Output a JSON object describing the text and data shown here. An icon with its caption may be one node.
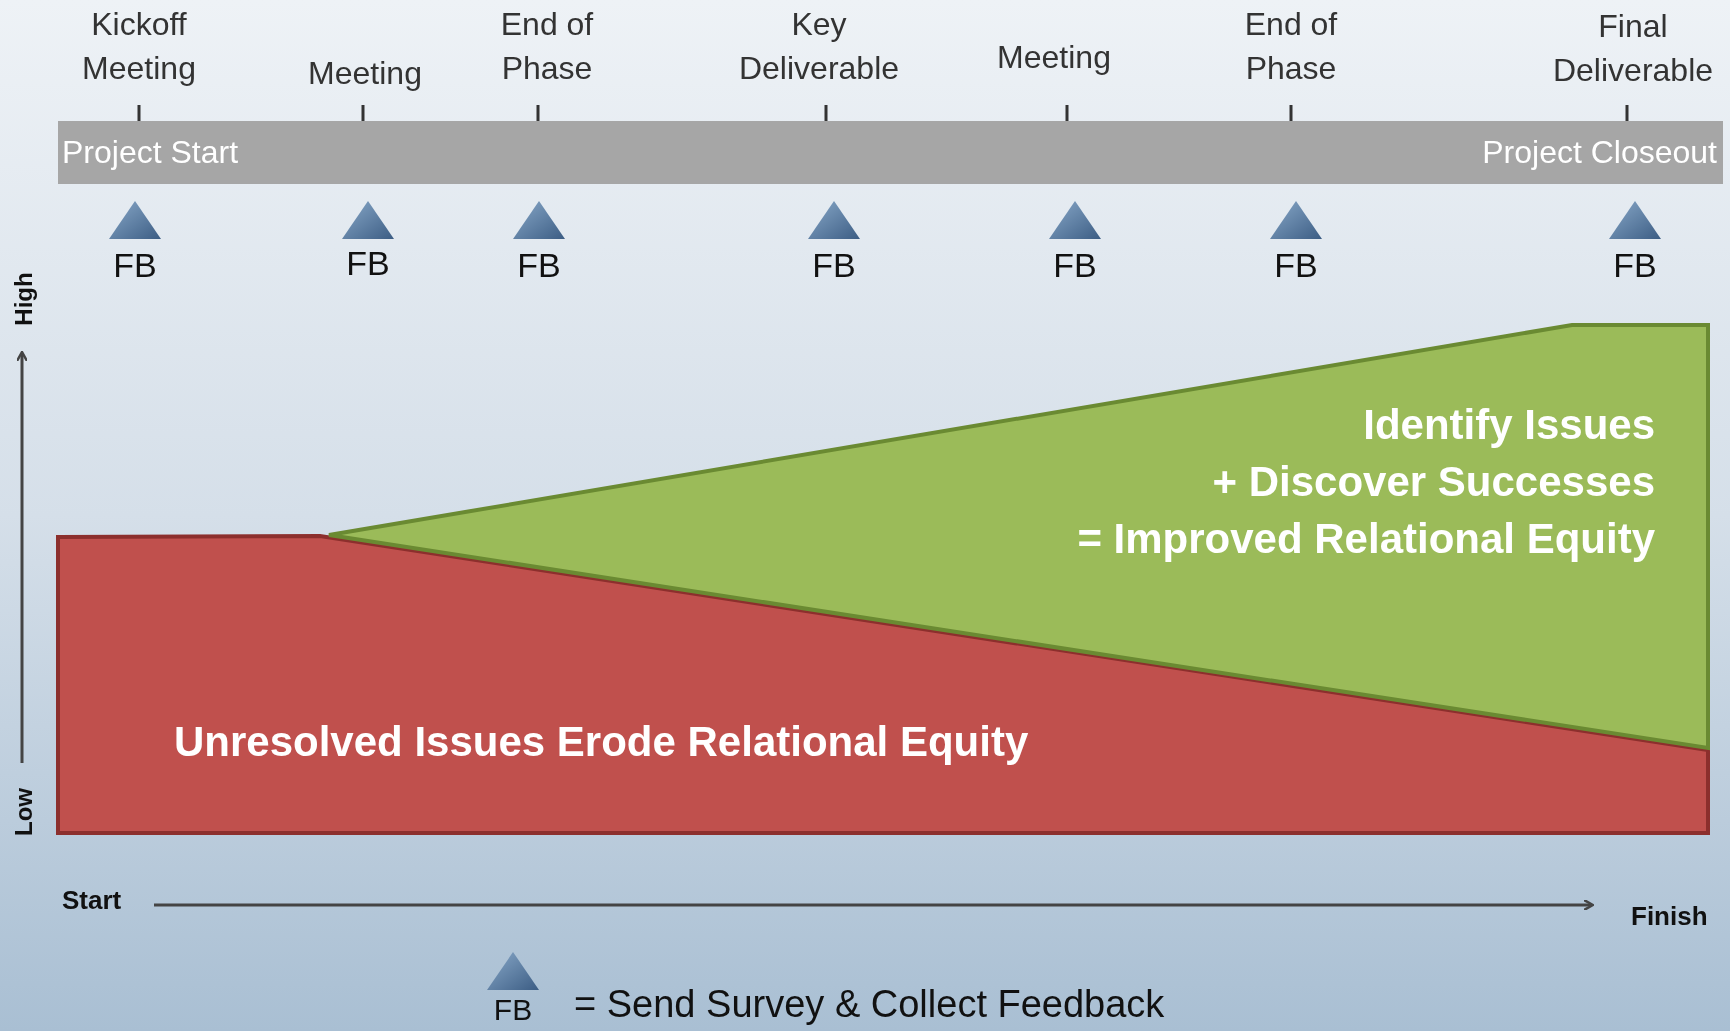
{
  "diagram": {
    "nodes": [
      {
        "text": [
          "Project Start",
          "Project Closeout"
        ]
      },
      {
        "text": [
          "Unresolved Issues Erode Relational Equity"
        ]
      },
      {
        "text": [
          "Identify Issues",
          "+ Discover Successes",
          "= Improved Relational Equity"
        ]
      }
    ],
    "edges": [],
    "labels": [
      "Kickoff Meeting",
      "Meeting",
      "End of Phase",
      "Key Deliverable",
      "Meeting",
      "End of Phase",
      "Final Deliverable",
      "FB",
      "FB",
      "FB",
      "FB",
      "FB",
      "FB",
      "FB",
      "High",
      "Low",
      "Start",
      "Finish",
      "FB"
    ],
    "legend": [
      {
        "text": "= Send Survey & Collect Feedback"
      }
    ]
  }
}
